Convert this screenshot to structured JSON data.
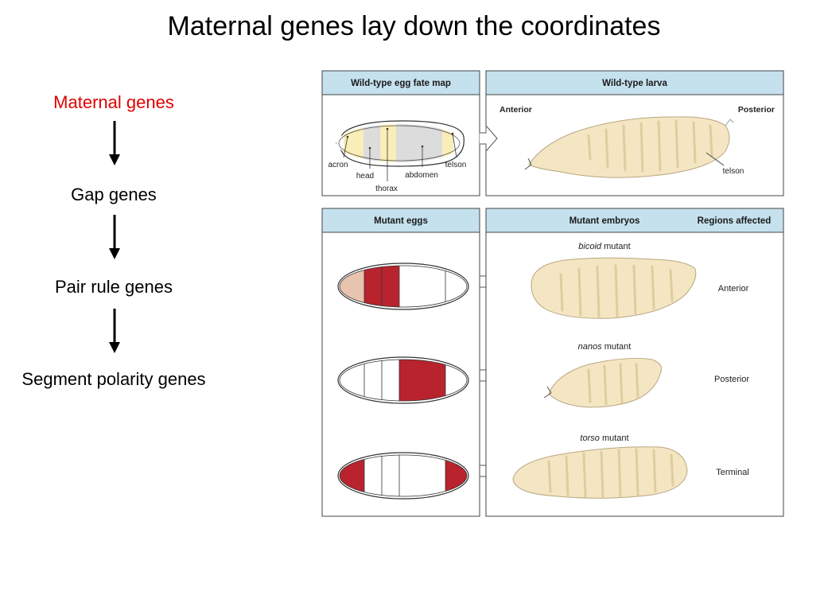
{
  "title": "Maternal genes lay down the coordinates",
  "hierarchy": {
    "items": [
      {
        "label": "Maternal genes",
        "color": "#e00000"
      },
      {
        "label": "Gap genes",
        "color": "#000000"
      },
      {
        "label": "Pair rule genes",
        "color": "#000000"
      },
      {
        "label": "Segment polarity genes",
        "color": "#000000"
      }
    ]
  },
  "figure": {
    "panel_wt_egg": {
      "header": "Wild-type egg fate map",
      "labels": {
        "acron": "acron",
        "head": "head",
        "thorax": "thorax",
        "abdomen": "abdomen",
        "telson": "telson"
      }
    },
    "panel_wt_larva": {
      "header": "Wild-type larva",
      "anterior": "Anterior",
      "posterior": "Posterior",
      "telson": "telson"
    },
    "panel_mutant_eggs": {
      "header": "Mutant eggs"
    },
    "panel_mutant_embryos": {
      "header": "Mutant embryos",
      "header_right": "Regions affected",
      "mutants": [
        {
          "gene": "bicoid",
          "suffix": " mutant",
          "region": "Anterior"
        },
        {
          "gene": "nanos",
          "suffix": " mutant",
          "region": "Posterior"
        },
        {
          "gene": "torso",
          "suffix": " mutant",
          "region": "Terminal"
        }
      ]
    },
    "colors": {
      "header_fill": "#c5e1ee",
      "affected_red": "#b8232e",
      "acron_pink": "#e8c3ad",
      "fate_yellow": "#f9eeb8",
      "fate_gray": "#dcdcdc",
      "larva_fill": "#f4e6c3"
    }
  }
}
